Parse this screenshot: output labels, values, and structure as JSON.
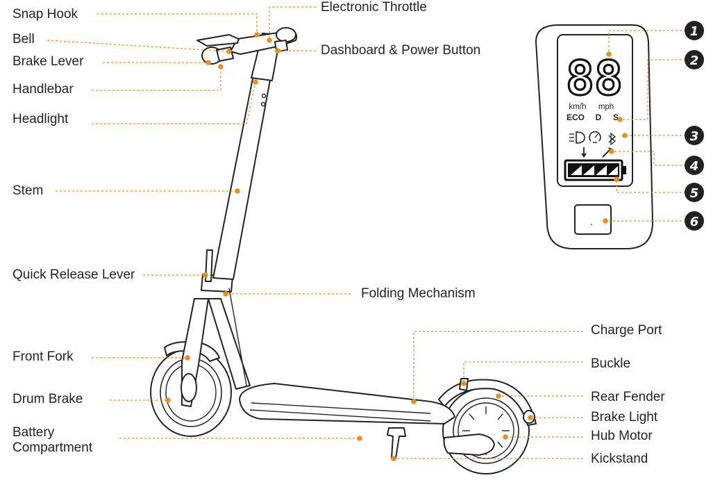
{
  "labels": {
    "snap_hook": "Snap Hook",
    "bell": "Bell",
    "brake_lever": "Brake Lever",
    "handlebar": "Handlebar",
    "headlight": "Headlight",
    "stem": "Stem",
    "quick_release_lever": "Quick Release Lever",
    "front_fork": "Front Fork",
    "drum_brake": "Drum Brake",
    "battery_compartment": "Battery\nCompartment",
    "electronic_throttle": "Electronic Throttle",
    "dashboard_power_button": "Dashboard & Power Button",
    "folding_mechanism": "Folding Mechanism",
    "charge_port": "Charge Port",
    "buckle": "Buckle",
    "rear_fender": "Rear Fender",
    "brake_light": "Brake Light",
    "hub_motor": "Hub Motor",
    "kickstand": "Kickstand"
  },
  "dashboard": {
    "speed_digits": "88",
    "unit_kmh": "km/h",
    "unit_mph": "mph",
    "mode_eco": "ECO",
    "mode_d": "D",
    "mode_s": "S",
    "callouts": [
      "1",
      "2",
      "3",
      "4",
      "5",
      "6"
    ]
  },
  "colors": {
    "accent": "#e8901f",
    "line": "#222222",
    "callout_circle": "#222222",
    "callout_text": "#ffffff"
  },
  "icons": [
    "headlight-icon",
    "cruise-speedometer-icon",
    "bluetooth-icon",
    "down-arrow-icon",
    "wrench-icon",
    "battery-icon"
  ]
}
